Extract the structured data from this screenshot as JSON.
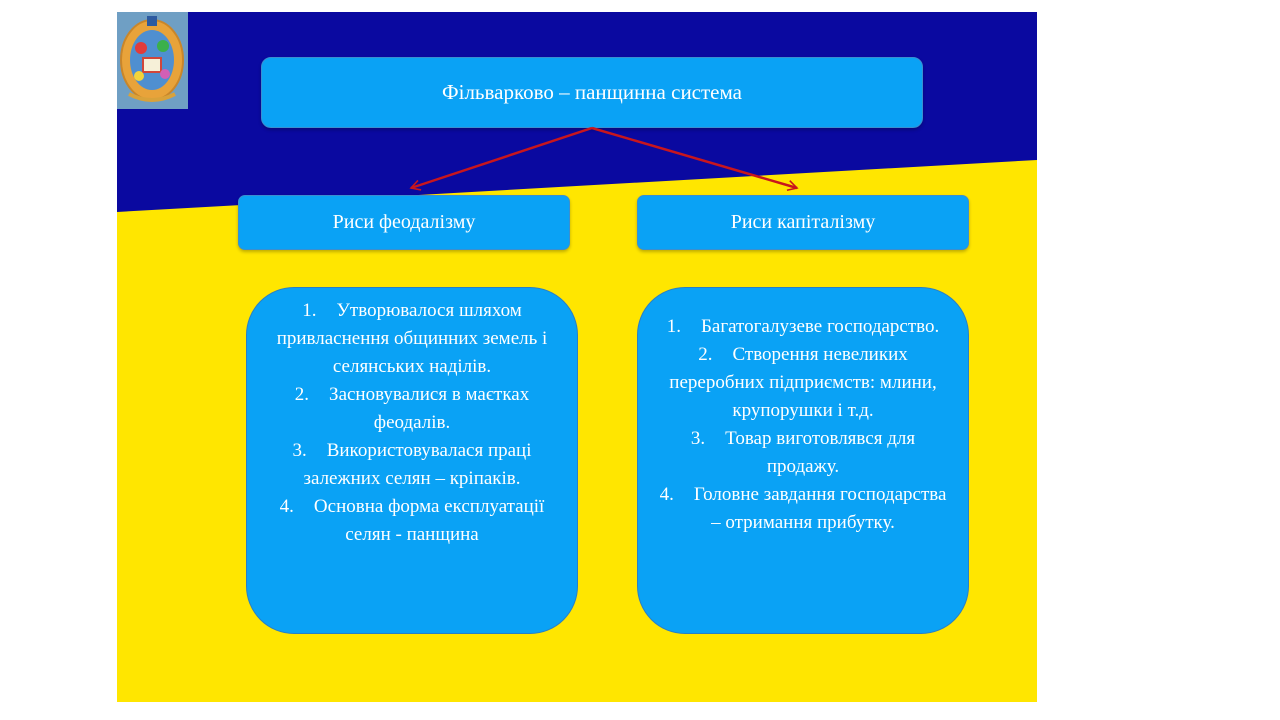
{
  "title": "Фільварково – панщинна система",
  "columns": [
    {
      "heading": "Риси феодалізму",
      "items": [
        {
          "num": "1.",
          "text": "Утворювалося шляхом привласнення общинних земель і селянських наділів."
        },
        {
          "num": "2.",
          "text": "Засновувалися в маєтках феодалів."
        },
        {
          "num": "3.",
          "text": "Використовувалася праці залежних селян – кріпаків."
        },
        {
          "num": "4.",
          "text": "Основна форма експлуатації селян - панщина"
        }
      ]
    },
    {
      "heading": "Риси капіталізму",
      "items": [
        {
          "num": "1.",
          "text": "Багатогалузеве господарство."
        },
        {
          "num": "2.",
          "text": "Створення невеликих переробних підприємств: млини, крупорушки і т.д."
        },
        {
          "num": "3.",
          "text": "Товар виготовлявся для продажу."
        },
        {
          "num": "4.",
          "text": "Головне завдання господарства – отримання прибутку."
        }
      ]
    }
  ],
  "colors": {
    "top_band": "#0a09a0",
    "bottom_band": "#ffe600",
    "box_fill": "#0aa2f5",
    "arrow": "#c8161d",
    "text": "#ffffff"
  },
  "icons": {
    "logo": "coat-of-arms-icon"
  }
}
